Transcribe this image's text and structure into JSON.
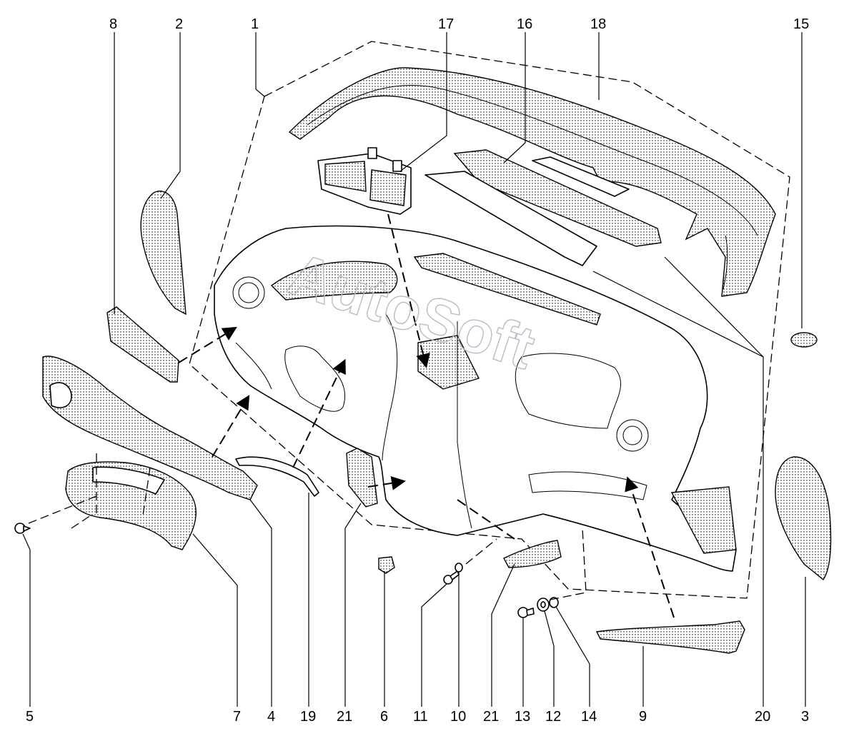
{
  "watermark": "AutoSoft",
  "labels": {
    "p1": "1",
    "p2": "2",
    "p3": "3",
    "p4": "4",
    "p5": "5",
    "p6": "6",
    "p7": "7",
    "p8": "8",
    "p9": "9",
    "p10": "10",
    "p11": "11",
    "p12": "12",
    "p13": "13",
    "p14": "14",
    "p15": "15",
    "p16": "16",
    "p17": "17",
    "p18": "18",
    "p19": "19",
    "p20": "20",
    "p21a": "21",
    "p21b": "21"
  }
}
